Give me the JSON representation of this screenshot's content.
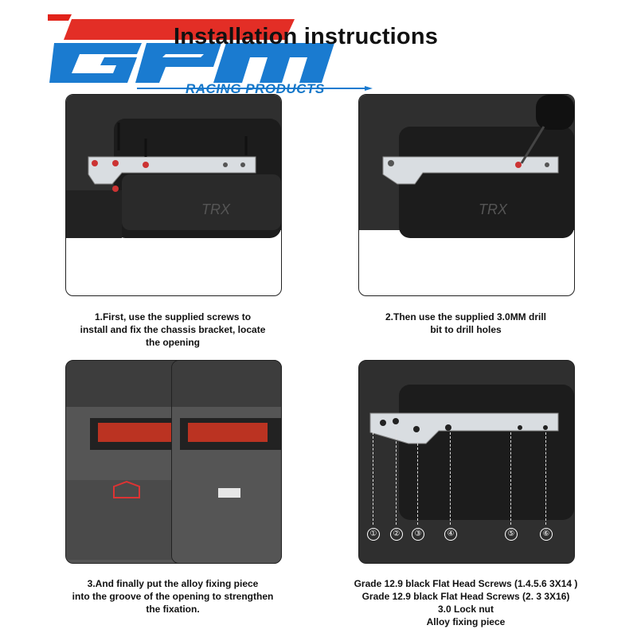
{
  "header": {
    "title": "Installation instructions",
    "logo_text": "GPM",
    "logo_sub": "RACING PRODUCTS",
    "brand_colors": {
      "red": "#e2231a",
      "blue": "#1a7bd0"
    }
  },
  "steps": [
    {
      "lines": [
        "1.First, use the supplied screws to",
        "install and fix the chassis bracket, locate",
        "the opening"
      ]
    },
    {
      "lines": [
        "2.Then use the supplied 3.0MM drill",
        "bit to drill holes"
      ]
    },
    {
      "lines": [
        "3.And finally put the alloy fixing piece",
        "into the groove of the opening to strengthen",
        "the fixation."
      ]
    }
  ],
  "parts": {
    "lines": [
      "Grade 12.9 black Flat Head Screws (1.4.5.6  3X14 )",
      "Grade 12.9 black Flat Head Screws (2. 3  3X16)",
      "3.0 Lock nut",
      "Alloy fixing piece"
    ],
    "markers": [
      "①",
      "②",
      "③",
      "④",
      "⑤",
      "⑥"
    ]
  }
}
